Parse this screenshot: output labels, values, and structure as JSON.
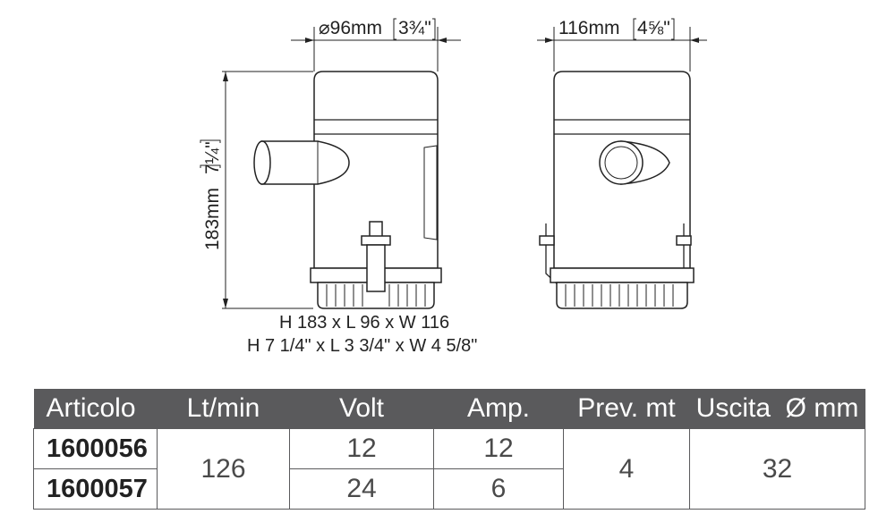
{
  "drawing": {
    "diameter_label": "⌀96mm",
    "diameter_inch": "3¾\"",
    "width_label": "116mm",
    "width_inch": "4⅝\"",
    "height_label": "183mm",
    "height_inch": "7¼\"",
    "caption_metric": "H 183 x L 96 x W 116",
    "caption_imperial": "H 7 1/4\" x L 3 3/4\" x W 4 5/8\""
  },
  "table": {
    "headers": [
      "Articolo",
      "Lt/min",
      "Volt",
      "Amp.",
      "Prev. mt",
      "Uscita  Ø mm"
    ],
    "rows": [
      {
        "code": "1600056",
        "flow": "126",
        "volt": "12",
        "amp": "12",
        "head": "4",
        "outlet": "32"
      },
      {
        "code": "1600057",
        "volt": "24",
        "amp": "6"
      }
    ]
  }
}
